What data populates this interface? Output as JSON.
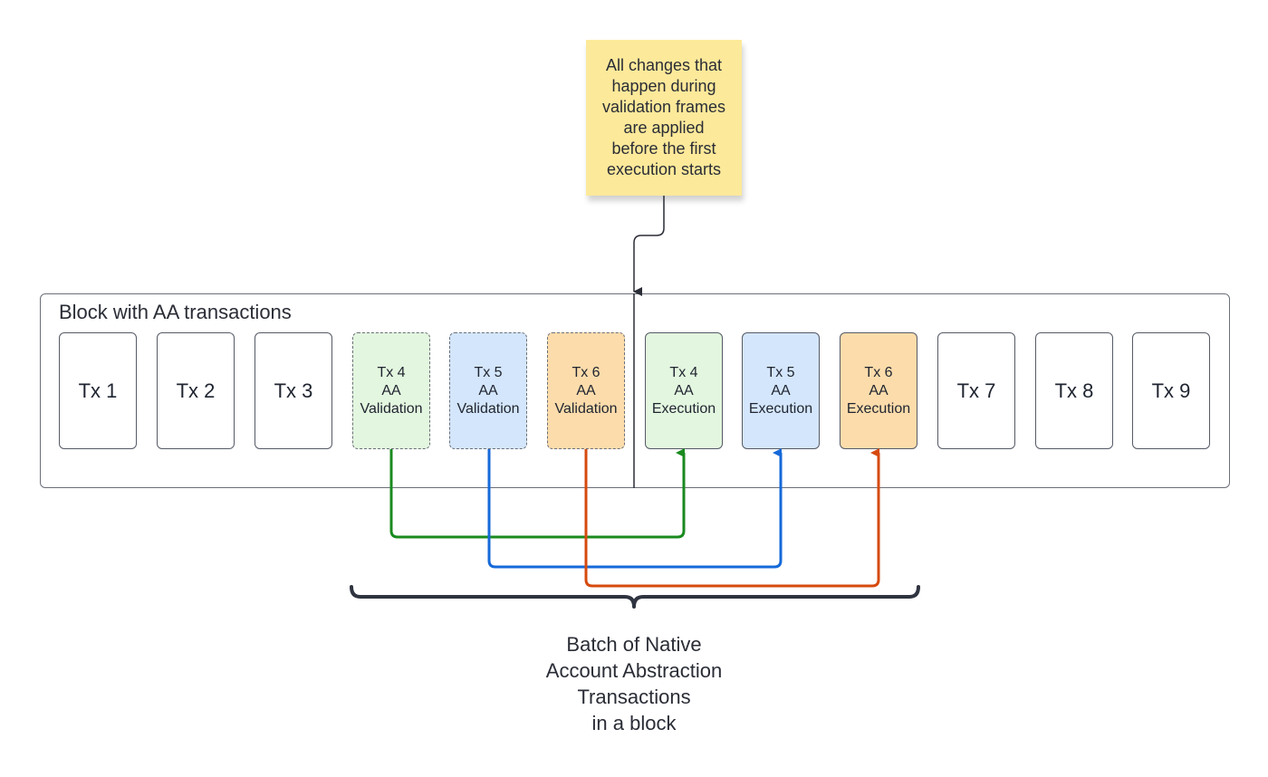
{
  "note": {
    "text": "All changes that\nhappen during\nvalidation frames\nare applied\nbefore the first\nexecution starts"
  },
  "block": {
    "title": "Block with AA transactions",
    "transactions": [
      {
        "label": "Tx 1",
        "kind": "plain"
      },
      {
        "label": "Tx 2",
        "kind": "plain"
      },
      {
        "label": "Tx 3",
        "kind": "plain"
      },
      {
        "label": "Tx 4\nAA\nValidation",
        "kind": "validation",
        "fill": "#e3f6df"
      },
      {
        "label": "Tx 5\nAA\nValidation",
        "kind": "validation",
        "fill": "#d4e6fb"
      },
      {
        "label": "Tx 6\nAA\nValidation",
        "kind": "validation",
        "fill": "#fcdcab"
      },
      {
        "label": "Tx 4\nAA\nExecution",
        "kind": "execution",
        "fill": "#e3f6df"
      },
      {
        "label": "Tx 5\nAA\nExecution",
        "kind": "execution",
        "fill": "#d4e6fb"
      },
      {
        "label": "Tx 6\nAA\nExecution",
        "kind": "execution",
        "fill": "#fcdcab"
      },
      {
        "label": "Tx 7",
        "kind": "plain"
      },
      {
        "label": "Tx 8",
        "kind": "plain"
      },
      {
        "label": "Tx 9",
        "kind": "plain"
      }
    ]
  },
  "connectors": {
    "tx4_color": "#1a8a1f",
    "tx5_color": "#1669d9",
    "tx6_color": "#d64a0e",
    "divider_color": "#2a2d36"
  },
  "brace": {
    "label": "Batch of Native\nAccount Abstraction\nTransactions\nin a block",
    "color": "#2f3440"
  }
}
